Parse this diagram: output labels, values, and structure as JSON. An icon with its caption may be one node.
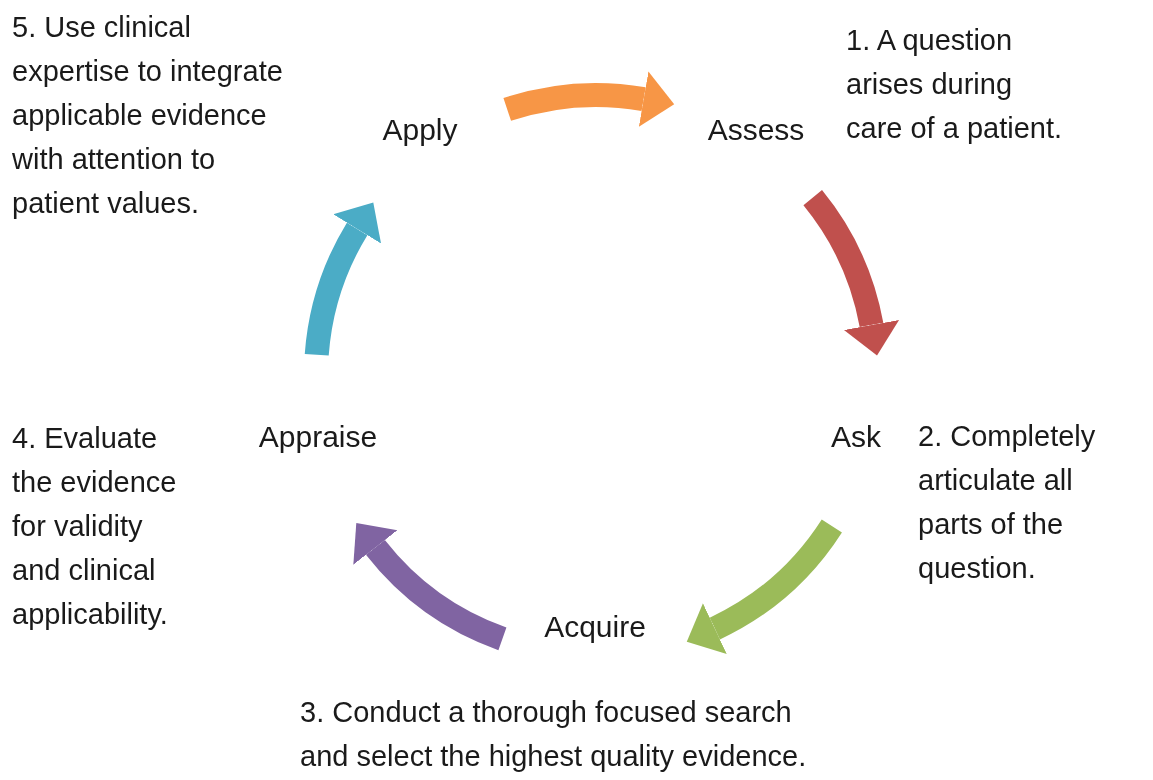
{
  "diagram": {
    "nodes": [
      {
        "text": [
          "Assess"
        ],
        "beside": [
          "1. A question arises during care of a patient."
        ]
      },
      {
        "text": [
          "Ask"
        ],
        "beside": [
          "2. Completely articulate all parts of the question."
        ]
      },
      {
        "text": [
          "Acquire"
        ],
        "beside": [
          "3. Conduct a thorough focused search and select the highest quality evidence."
        ]
      },
      {
        "text": [
          "Appraise"
        ],
        "beside": [
          "4. Evaluate the evidence for validity and clinical applicability."
        ]
      },
      {
        "text": [
          "Apply"
        ],
        "beside": [
          "5. Use clinical expertise to integrate applicable evidence with attention to patient values."
        ]
      }
    ],
    "edges": [
      {
        "from": 4,
        "to": 0,
        "arrow": "to",
        "color": "#f79646"
      },
      {
        "from": 0,
        "to": 1,
        "arrow": "to",
        "color": "#c0504d"
      },
      {
        "from": 1,
        "to": 2,
        "arrow": "to",
        "color": "#9bbb59"
      },
      {
        "from": 2,
        "to": 3,
        "arrow": "to",
        "color": "#8064a2"
      },
      {
        "from": 3,
        "to": 4,
        "arrow": "to",
        "color": "#4bacc6"
      }
    ]
  }
}
